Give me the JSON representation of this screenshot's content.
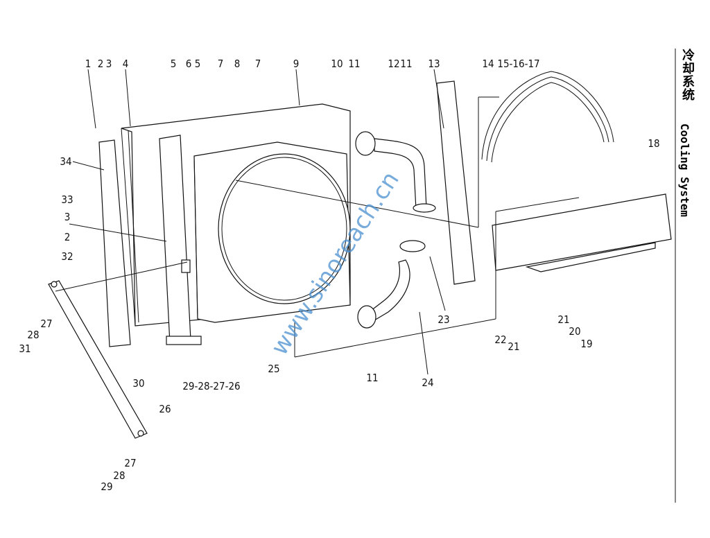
{
  "title": {
    "cn": "冷却系统",
    "en": "Cooling System"
  },
  "watermark": "www.sinoreach.cn",
  "labels": [
    "1",
    "2",
    "3",
    "4",
    "5",
    "6",
    "5",
    "7",
    "8",
    "7",
    "9",
    "10",
    "11",
    "12",
    "11",
    "13",
    "14",
    "15-16-17",
    "18",
    "34",
    "33",
    "3",
    "2",
    "32",
    "31",
    "28",
    "27",
    "30",
    "29-28-27-26",
    "25",
    "11",
    "24",
    "23",
    "22",
    "21",
    "21",
    "20",
    "19",
    "26",
    "29",
    "28",
    "27"
  ],
  "colors": {
    "line": "#111111",
    "watermark": "#4a90d0"
  }
}
